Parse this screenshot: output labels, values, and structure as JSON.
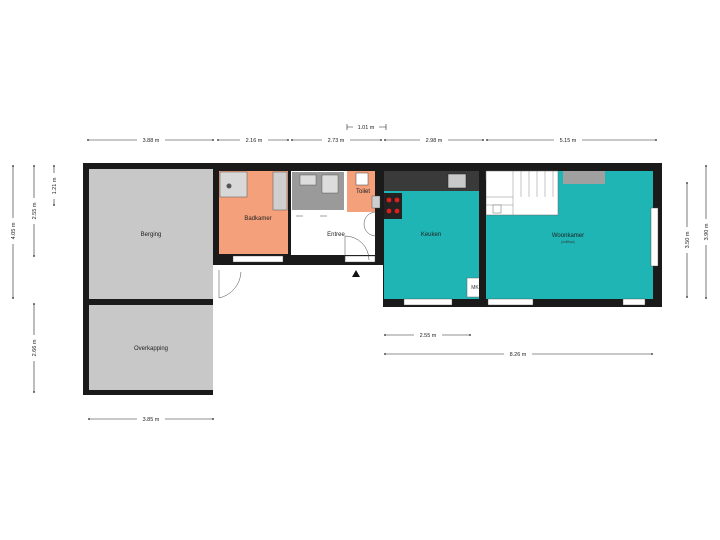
{
  "rooms": {
    "berging": "Berging",
    "overkapping": "Overkapping",
    "badkamer": "Badkamer",
    "entree": "Entree",
    "toilet": "Toilet",
    "keuken": "Keuken",
    "woonkamer": "Woonkamer",
    "woonkamer_sub": "(m4flow)",
    "mk": "MK"
  },
  "dimensions": {
    "top_row_1": "1.01 m",
    "top_row_2": [
      "3.88 m",
      "2.16 m",
      "2.73 m",
      "2.98 m",
      "5.15 m"
    ],
    "left_outer": "4.05 m",
    "left_mid": "2.55 m",
    "left_inner": "1.21 m",
    "left_lower": "2.66 m",
    "bottom_left": "3.85 m",
    "bottom_keuken": "2.55 m",
    "bottom_total": "8.26 m",
    "right_inner": "3.50 m",
    "right_outer": "3.90 m"
  },
  "colors": {
    "wall": "#1a1a1a",
    "storage": "#c8c8c8",
    "wet_room": "#f4a07a",
    "living": "#1fb5b5",
    "hall": "#ffffff",
    "counter": "#9a9a9a"
  }
}
